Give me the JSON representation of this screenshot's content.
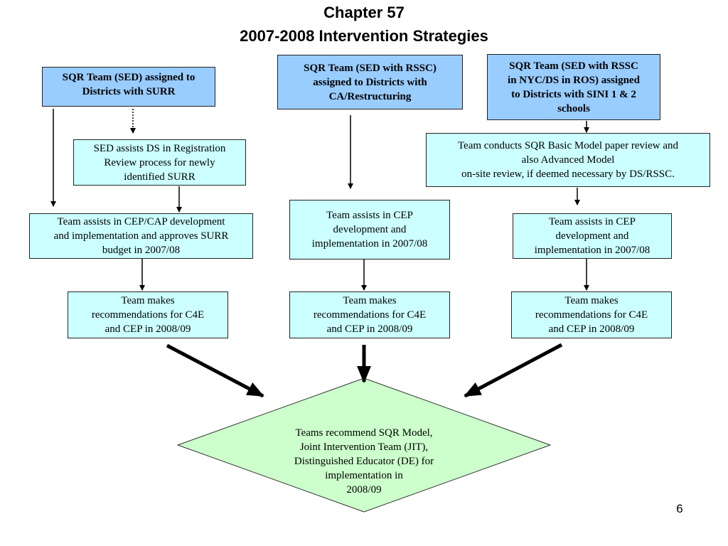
{
  "title": {
    "line1": "Chapter 57",
    "line2": "2007-2008 Intervention Strategies"
  },
  "left_column": {
    "header": "SQR Team (SED) assigned to\nDistricts with SURR",
    "registration_review": "SED assists DS in Registration\nReview process for newly\nidentified SURR",
    "development": "Team assists in CEP/CAP development\nand implementation and approves SURR\nbudget in 2007/08",
    "recommendations": "Team makes\nrecommendations for C4E\nand CEP in 2008/09"
  },
  "middle_column": {
    "header": "SQR Team (SED with RSSC)\nassigned to Districts with\nCA/Restructuring",
    "development": "Team assists in CEP\ndevelopment and\nimplementation in 2007/08",
    "recommendations": "Team makes\nrecommendations for C4E\nand CEP in 2008/09"
  },
  "right_column": {
    "header": "SQR Team (SED with RSSC\nin NYC/DS in ROS) assigned\nto Districts with SINI 1 & 2\nschools",
    "review": "Team conducts SQR Basic Model paper review and\nalso Advanced Model\non-site review, if deemed necessary by DS/RSSC.",
    "development": "Team assists in CEP\ndevelopment and\nimplementation in 2007/08",
    "recommendations": "Team makes\nrecommendations for C4E\nand CEP in 2008/09"
  },
  "final_decision": "Teams recommend SQR Model,\nJoint Intervention Team (JIT),\nDistinguished Educator (DE) for\nimplementation   in\n2008/09",
  "page_number": "6",
  "colors": {
    "header_fill": "#99ccff",
    "process_fill": "#ccffff",
    "decision_fill": "#ccffcc"
  }
}
